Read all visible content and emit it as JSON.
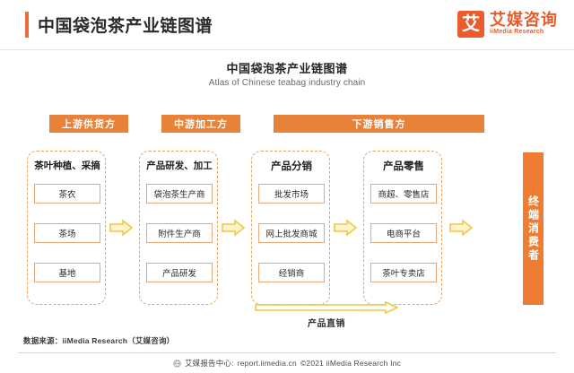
{
  "header": {
    "title": "中国袋泡茶产业链图谱",
    "brand_mark": "艾",
    "brand_cn": "艾媒咨询",
    "brand_en": "iiMedia Research",
    "accent_color": "#ef6b3c"
  },
  "chart": {
    "title": "中国袋泡茶产业链图谱",
    "subtitle": "Atlas of Chinese teabag industry chain"
  },
  "chart_data": {
    "type": "diagram",
    "title": "中国袋泡茶产业链图谱",
    "subtitle": "Atlas of Chinese teabag industry chain",
    "stage_headers": [
      {
        "label": "上游供货方",
        "span": 1
      },
      {
        "label": "中游加工方",
        "span": 1
      },
      {
        "label": "下游销售方",
        "span": 2
      }
    ],
    "columns": [
      {
        "title": "茶叶种植、采摘",
        "items": [
          "茶农",
          "茶场",
          "基地"
        ]
      },
      {
        "title": "产品研发、加工",
        "items": [
          "袋泡茶生产商",
          "附件生产商",
          "产品研发"
        ]
      },
      {
        "title": "产品分销",
        "items": [
          "批发市场",
          "网上批发商城",
          "经销商"
        ]
      },
      {
        "title": "产品零售",
        "items": [
          "商超、零售店",
          "电商平台",
          "茶叶专卖店"
        ]
      }
    ],
    "terminal": {
      "label": "终端消费者"
    },
    "bypass_flow": {
      "label": "产品直销",
      "from": "产品研发、加工",
      "to": "产品零售"
    },
    "flow_direction": "left-to-right",
    "accent_color": "#e8813a",
    "arrow_color": "#f5c342",
    "box_border_color": "#e8a87c"
  },
  "source": {
    "note": "数据来源：iiMedia Research（艾媒咨询）"
  },
  "footer": {
    "icon": "globe-icon",
    "report_center": "艾媒报告中心:",
    "url": "report.iimedia.cn",
    "copyright": "©2021  iiMedia Research Inc"
  }
}
